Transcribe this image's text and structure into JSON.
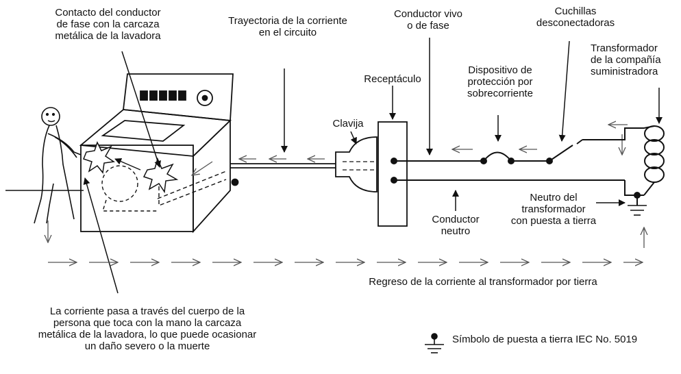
{
  "labels": {
    "contacto": "Contacto del conductor\nde fase con la carcaza\nmetálica de la lavadora",
    "trayectoria": "Trayectoria de la corriente\nen el circuito",
    "conductor_vivo": "Conductor vivo\no de fase",
    "cuchillas": "Cuchillas\ndesconectadoras",
    "transformador": "Transformador\nde la compañía\nsuministradora",
    "receptaculo": "Receptáculo",
    "dispositivo": "Dispositivo de\nprotección por\nsobrecorriente",
    "clavija": "Clavija",
    "neutro_transformador": "Neutro del\ntransformador\ncon puesta a tierra",
    "conductor_neutro": "Conductor\nneutro",
    "regreso": "Regreso de la corriente al transformador por tierra",
    "cuerpo": "La corriente pasa a través del cuerpo de la\npersona que toca con la mano la carcaza\nmetálica de la lavadora, lo que puede ocasionar\nun daño severo o la muerte",
    "simbolo": "Símbolo de puesta a tierra IEC No. 5019"
  },
  "colors": {
    "line": "#111111",
    "arrow": "#555555",
    "background": "#ffffff"
  }
}
